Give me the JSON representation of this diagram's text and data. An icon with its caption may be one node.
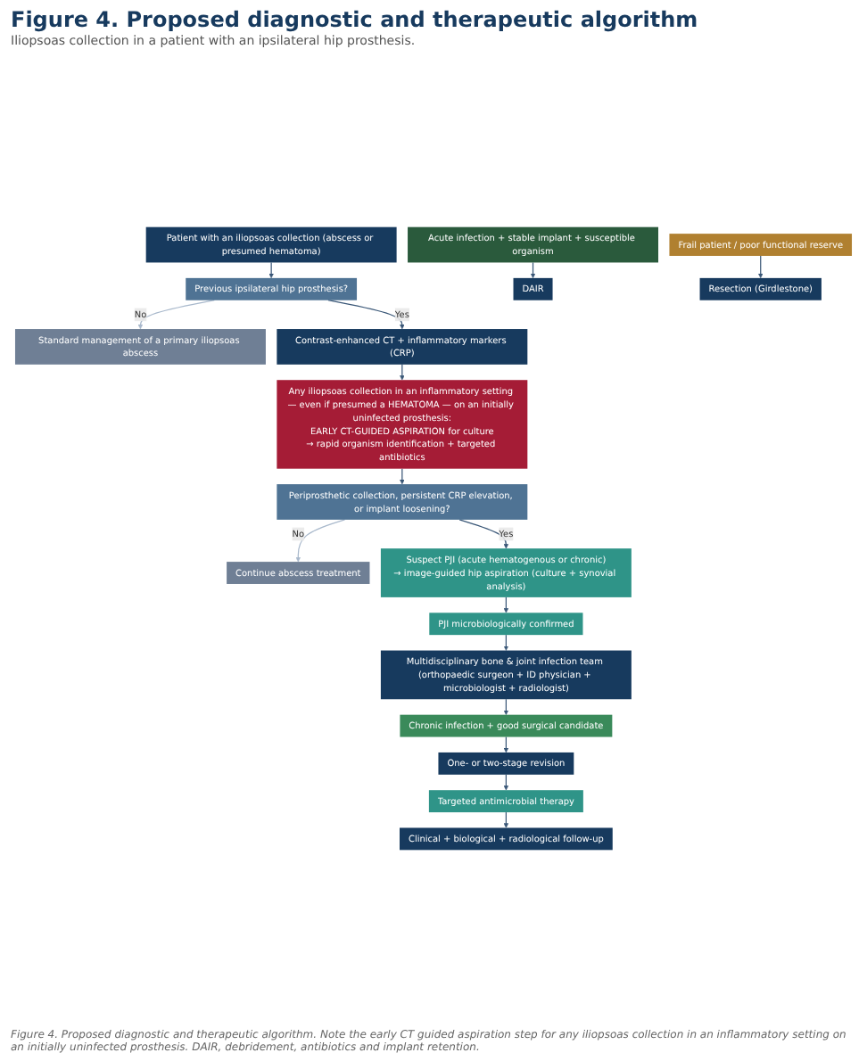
{
  "diagram": {
    "title": "Figure 4. Proposed diagnostic and therapeutic algorithm",
    "caption": "Figure 4. Proposed diagnostic and therapeutic algorithm. Note the early CT guided aspiration step for any iliopsoas collection in an inflammatory setting on an initially uninfected prosthesis. DAIR, debridement, antibiotics and implant retention.",
    "nodes": [
      {
        "text": [
          "Patient with an iliopsoas collection (abscess or presumed hematoma)"
        ]
      },
      {
        "text": [
          "Previous ipsilateral hip prosthesis?"
        ]
      },
      {
        "text": [
          "Standard management of a primary iliopsoas abscess"
        ]
      },
      {
        "text": [
          "Contrast-enhanced CT + inflammatory markers (CRP)"
        ]
      },
      {
        "text": [
          "Any iliopsoas collection in an inflammatory setting — even if presumed a HEMATOMA — on an initially uninfected prosthesis:",
          "EARLY CT-GUIDED ASPIRATION for culture",
          "→ rapid organism identification + targeted antibiotics"
        ]
      },
      {
        "text": [
          "Periprosthetic collection, persistent CRP elevation, or implant loosening?"
        ]
      },
      {
        "text": [
          "Continue abscess treatment"
        ]
      },
      {
        "text": [
          "Suspect PJI (acute hematogenous or chronic)",
          "→ image-guided hip aspiration (culture + synovial analysis)"
        ]
      },
      {
        "text": [
          "PJI microbiologically confirmed"
        ]
      },
      {
        "text": [
          "Multidisciplinary bone & joint infection team (orthopaedic surgeon + ID physician + microbiologist + radiologist)"
        ]
      },
      {
        "text": [
          "Acute infection + stable implant + susceptible organism"
        ]
      },
      {
        "text": [
          "Chronic infection + good surgical candidate"
        ]
      },
      {
        "text": [
          "Frail patient / poor functional reserve"
        ]
      },
      {
        "text": [
          "DAIR"
        ]
      },
      {
        "text": [
          "One- or two-stage revision"
        ]
      },
      {
        "text": [
          "Resection (Girdlestone)"
        ]
      },
      {
        "text": [
          "Targeted antimicrobial therapy"
        ]
      },
      {
        "text": [
          "Clinical + biological + radiological follow-up"
        ]
      }
    ],
    "edges": [
      {
        "from": 0,
        "to": 1,
        "arrow": "to"
      },
      {
        "from": 1,
        "to": 2,
        "arrow": "to",
        "label": "No",
        "color": "#a9b9cc"
      },
      {
        "from": 1,
        "to": 3,
        "arrow": "to",
        "label": "Yes"
      },
      {
        "from": 3,
        "to": 4,
        "arrow": "to"
      },
      {
        "from": 4,
        "to": 5,
        "arrow": "to"
      },
      {
        "from": 5,
        "to": 6,
        "arrow": "to",
        "label": "No",
        "color": "#a9b9cc"
      },
      {
        "from": 5,
        "to": 7,
        "arrow": "to",
        "label": "Yes"
      },
      {
        "from": 7,
        "to": 8,
        "arrow": "to"
      },
      {
        "from": 8,
        "to": 9,
        "arrow": "to"
      },
      {
        "from": 9,
        "to": 11,
        "arrow": "to"
      },
      {
        "from": 10,
        "to": 13,
        "arrow": "to"
      },
      {
        "from": 11,
        "to": 14,
        "arrow": "to"
      },
      {
        "from": 12,
        "to": 15,
        "arrow": "to"
      },
      {
        "from": 14,
        "to": 16,
        "arrow": "to"
      },
      {
        "from": 16,
        "to": 17,
        "arrow": "to"
      }
    ],
    "labels": [
      "Iliopsoas collection in a patient with an ipsilateral hip prosthesis."
    ]
  }
}
